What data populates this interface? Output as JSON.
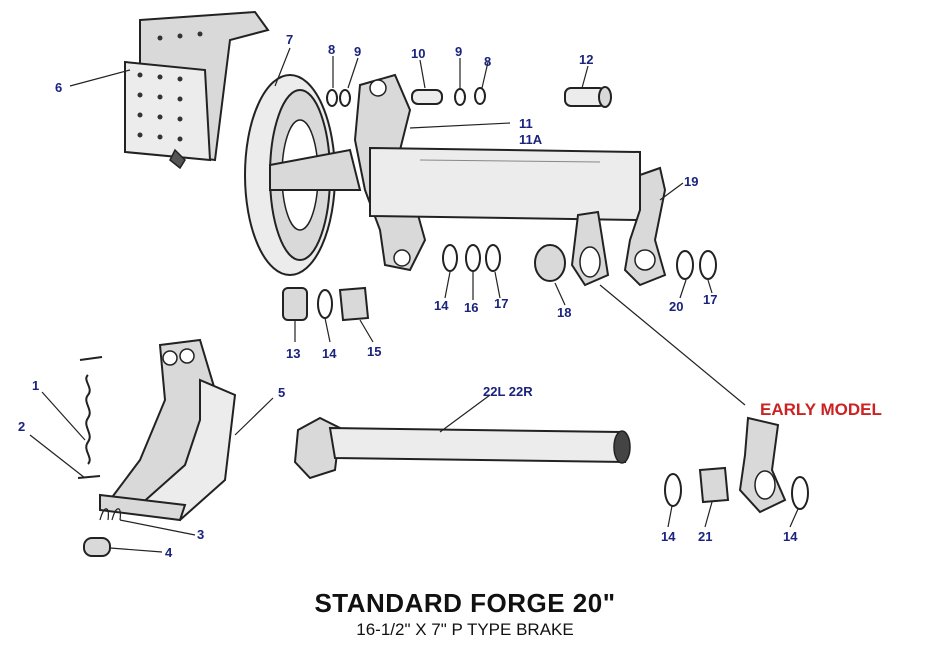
{
  "title": "STANDARD FORGE 20\"",
  "subtitle": "16-1/2\" X 7\" P TYPE BRAKE",
  "early_model_label": "EARLY MODEL",
  "callouts": {
    "c1": "1",
    "c2": "2",
    "c3": "3",
    "c4": "4",
    "c5": "5",
    "c6": "6",
    "c7": "7",
    "c8a": "8",
    "c8b": "8",
    "c9a": "9",
    "c9b": "9",
    "c10": "10",
    "c11": "11",
    "c11a": "11A",
    "c12": "12",
    "c13": "13",
    "c14a": "14",
    "c14b": "14",
    "c14c": "14",
    "c14d": "14",
    "c15": "15",
    "c16": "16",
    "c17a": "17",
    "c17b": "17",
    "c18": "18",
    "c19": "19",
    "c20": "20",
    "c21": "21",
    "c22": "22L  22R"
  },
  "colors": {
    "callout": "#1a237e",
    "early_model": "#cc2222"
  }
}
